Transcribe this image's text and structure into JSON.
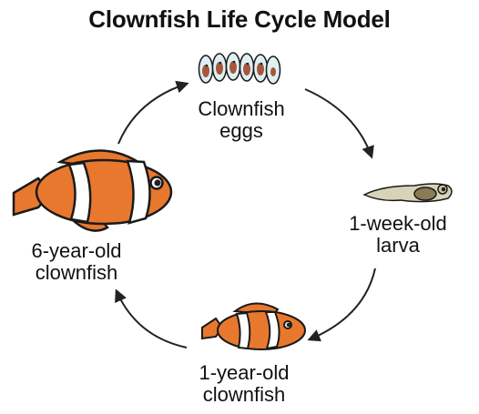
{
  "title": "Clownfish Life Cycle Model",
  "stages": {
    "eggs": {
      "line1": "Clownfish",
      "line2": "eggs",
      "icon": "clownfish-eggs-icon"
    },
    "larva": {
      "line1": "1-week-old",
      "line2": "larva",
      "icon": "larva-icon"
    },
    "one_year": {
      "line1": "1-year-old",
      "line2": "clownfish",
      "icon": "small-clownfish-icon"
    },
    "six_year": {
      "line1": "6-year-old",
      "line2": "clownfish",
      "icon": "large-clownfish-icon"
    }
  },
  "colors": {
    "fish_orange": "#e8782e",
    "outline": "#1a1a1a",
    "egg_fill": "#dff0f5",
    "egg_embryo": "#a8573a",
    "larva_body": "#c9c4a6",
    "arrow": "#222222"
  }
}
